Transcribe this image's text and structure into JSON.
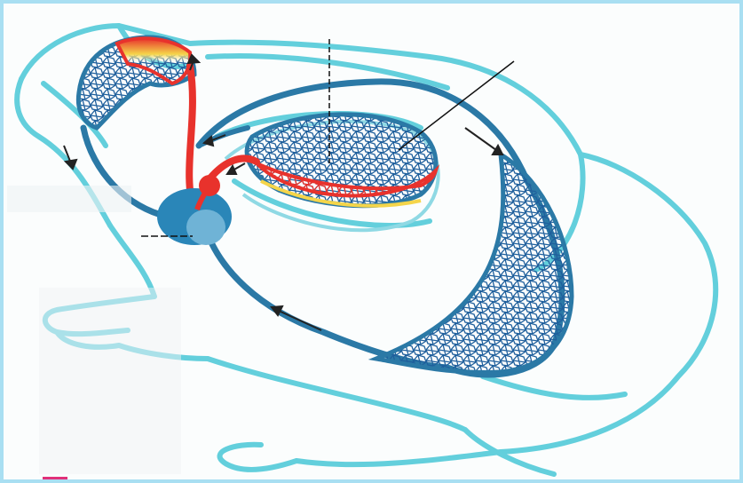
{
  "diagram": {
    "colors": {
      "border": "#a9dff2",
      "body_outline": "#63cfdc",
      "deoxygenated_vessel": "#2b79a6",
      "oxygenated_vessel": "#e8322c",
      "capillary": "#1f5f9c",
      "mixed_zone": "#f5d54a",
      "heart": "#2a86b8",
      "legend_swatch": "#e0307a"
    },
    "icons": [
      "frog-body-outline",
      "heart",
      "lung-capillary-bed",
      "skin-capillary-bed",
      "head-capillary-bed",
      "flow-arrow",
      "label-pointer-line"
    ]
  }
}
